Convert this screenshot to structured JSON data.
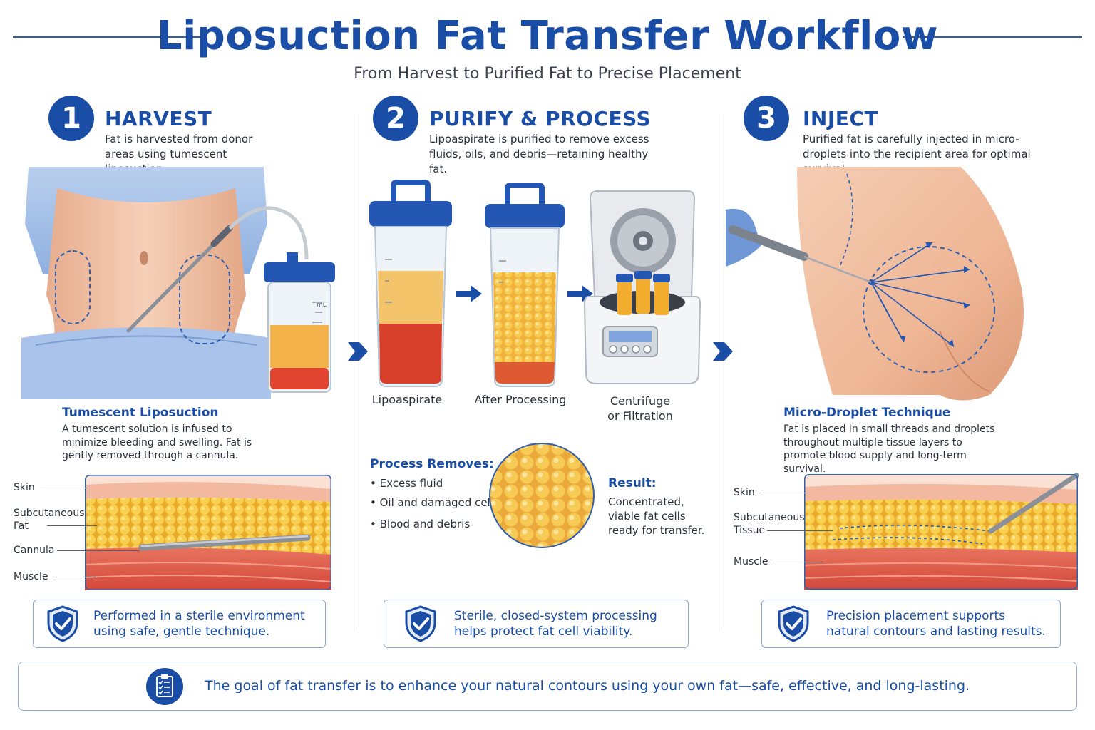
{
  "title": "Liposuction Fat Transfer Workflow",
  "subtitle": "From Harvest to Purified Fat to Precise Placement",
  "steps": [
    {
      "number": "1",
      "heading": "HARVEST",
      "description": "Fat is harvested from donor areas using tumescent liposuction.",
      "subheading": "Tumescent Liposuction",
      "body": "A tumescent solution is infused to minimize bleeding and swelling. Fat is gently removed through a cannula.",
      "layers": [
        "Skin",
        "Subcutaneous Fat",
        "Cannula",
        "Muscle"
      ],
      "note": "Performed in a sterile environment using safe, gentle technique.",
      "canister_mark": "mL"
    },
    {
      "number": "2",
      "heading": "PURIFY & PROCESS",
      "description": "Lipoaspirate is purified to remove excess fluids, oils, and debris—retaining healthy fat.",
      "captions": [
        "Lipoaspirate",
        "After Processing",
        "Centrifuge or Filtration"
      ],
      "removes_heading": "Process Removes:",
      "removes": [
        "Excess fluid",
        "Oil and damaged cells",
        "Blood and debris"
      ],
      "result_heading": "Result:",
      "result_text": "Concentrated, viable fat cells ready for transfer.",
      "note": "Sterile, closed-system processing helps protect fat cell viability."
    },
    {
      "number": "3",
      "heading": "INJECT",
      "description": "Purified fat is carefully injected in micro-droplets into the recipient area for optimal survival.",
      "subheading": "Micro-Droplet Technique",
      "body": "Fat is placed in small threads and droplets throughout multiple tissue layers to promote blood supply and long-term survival.",
      "layers": [
        "Skin",
        "Subcutaneous Tissue",
        "Muscle"
      ],
      "note": "Precision placement supports natural contours and lasting results."
    }
  ],
  "footer": "The goal of fat transfer is to enhance your natural contours using your own fat—safe, effective, and long-lasting.",
  "colors": {
    "brand": "#1a4ea6",
    "fat": "#f5c542",
    "muscle": "#e0564a",
    "skin": "#f2c4a8"
  },
  "icons": [
    "shield-check-icon",
    "clipboard-check-icon",
    "arrow-right-icon"
  ]
}
